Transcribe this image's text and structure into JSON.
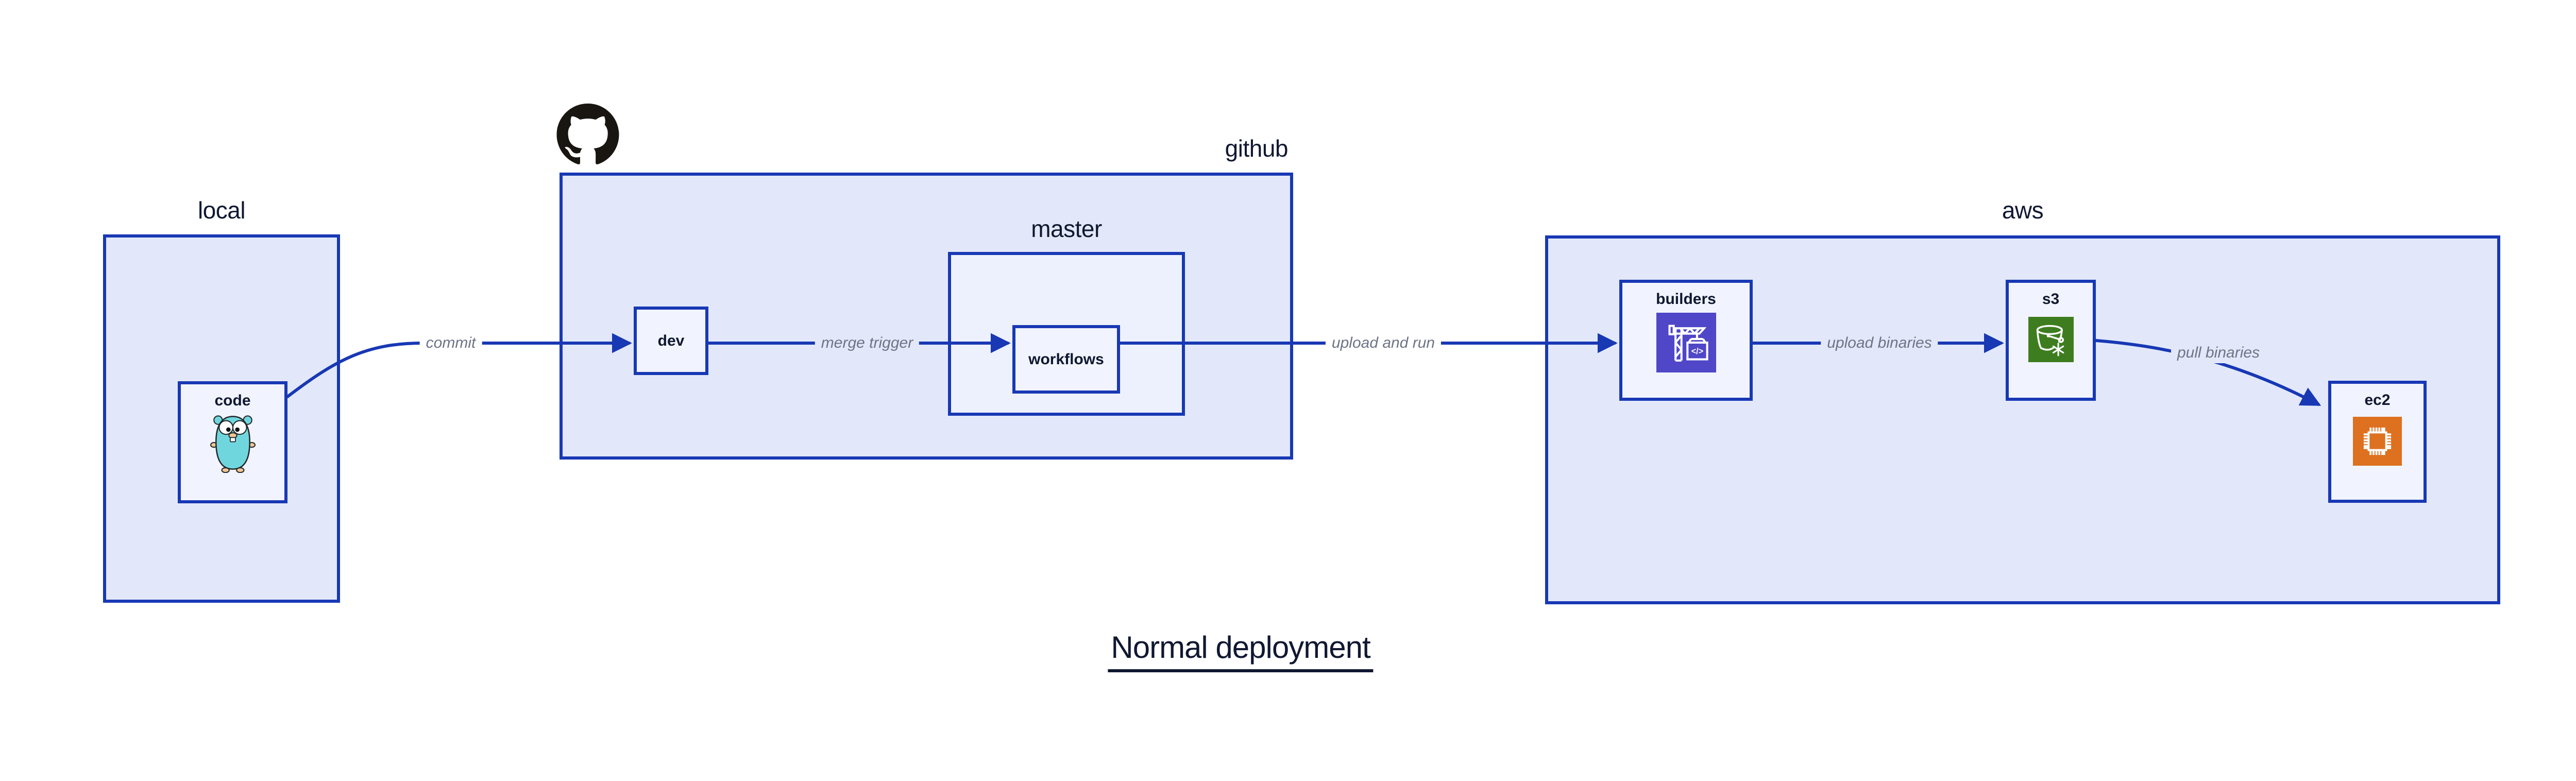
{
  "title": {
    "text": "Normal deployment"
  },
  "groups": {
    "local": {
      "label": "local"
    },
    "github": {
      "label": "github"
    },
    "master": {
      "label": "master"
    },
    "aws": {
      "label": "aws"
    }
  },
  "nodes": {
    "code": {
      "label": "code",
      "icon": "go-gopher-icon"
    },
    "dev": {
      "label": "dev"
    },
    "workflows": {
      "label": "workflows"
    },
    "builders": {
      "label": "builders",
      "icon": "codebuild-crane-icon",
      "icon_glyph_text": "</>"
    },
    "s3": {
      "label": "s3",
      "icon": "s3-glacier-bucket-icon"
    },
    "ec2": {
      "label": "ec2",
      "icon": "ec2-chip-icon"
    }
  },
  "edges": {
    "commit": {
      "label": "commit",
      "from": "code",
      "to": "dev"
    },
    "merge_trigger": {
      "label": "merge trigger",
      "from": "dev",
      "to": "workflows"
    },
    "upload_and_run": {
      "label": "upload and run",
      "from": "workflows",
      "to": "builders"
    },
    "upload_binaries": {
      "label": "upload binaries",
      "from": "builders",
      "to": "s3"
    },
    "pull_binaries": {
      "label": "pull binaries",
      "from": "s3",
      "to": "ec2"
    }
  },
  "icons": {
    "octocat": "github-octocat-logo",
    "code": "go-gopher-mascot",
    "builders": "aws-codebuild-crane",
    "s3": "aws-s3-glacier-bucket-with-snowflake",
    "ec2": "aws-ec2-chip"
  },
  "colors": {
    "edge_blue": "#1838b4",
    "group_fill": "#e2e8fa",
    "inner_group_fill": "#edf1fd",
    "node_fill": "#f1f4fe",
    "text_navy": "#101831",
    "edge_label_gray": "#6d7486",
    "codebuild_indigo": "#4f46c8",
    "s3_green": "#3e7d1f",
    "ec2_orange": "#dd7120",
    "gopher_teal": "#70d6de",
    "octocat_black": "#191511"
  }
}
